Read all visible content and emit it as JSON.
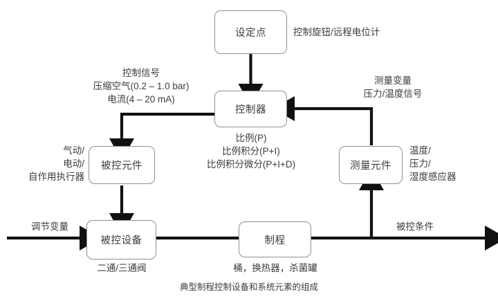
{
  "diagram": {
    "caption": "典型制程控制设备和系统元素的组成",
    "nodes": {
      "setpoint": "设定点",
      "controller": "控制器",
      "controlled_element": "被控元件",
      "measuring_element": "测量元件",
      "controlled_equipment": "被控设备",
      "process": "制程"
    },
    "labels": {
      "setpoint_note": "控制旋钮/远程电位计",
      "control_signal": "控制信号\n压缩空气(0.2 – 1.0 bar)\n电流(4 – 20 mA)",
      "controller_modes": "比例(P)\n比例积分(P+I)\n比例积分微分(P+I+D)",
      "measured_variable": "测量变量\n压力/温度信号",
      "actuator_types": "气动/\n电动/\n自作用执行器",
      "sensor_types": "温度/\n压力/\n湿度感应器",
      "manipulated_variable": "调节变量",
      "controlled_condition": "被控条件",
      "valve_types": "二通/三通阀",
      "process_types": "桶，换热器，杀菌罐"
    },
    "colors": {
      "line": "#111111",
      "box_border": "#8e8e93",
      "text": "#3c3c41",
      "background": "#ffffff"
    }
  }
}
